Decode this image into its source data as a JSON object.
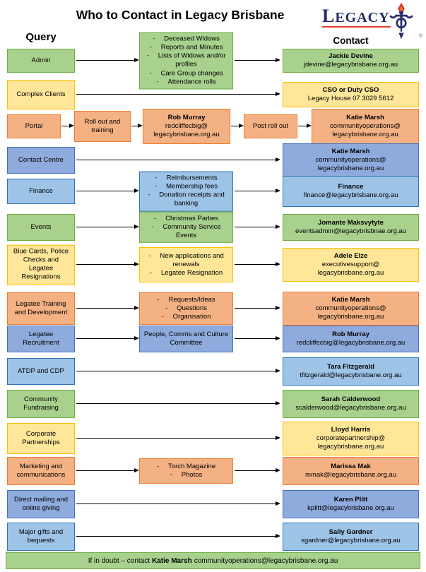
{
  "title": "Who to Contact in Legacy Brisbane",
  "headers": {
    "query": "Query",
    "contact": "Contact"
  },
  "logo": {
    "wordmark": "LEGACY",
    "registered": "®"
  },
  "bullet": "-",
  "colors": {
    "green_fill": "#a9d18e",
    "green_border": "#70ad47",
    "yellow_fill": "#ffe699",
    "yellow_border": "#ffc000",
    "orange_fill": "#f4b183",
    "orange_border": "#ed7d31",
    "periwinkle_fill": "#8faadc",
    "periwinkle_border": "#4472c4",
    "blue_fill": "#9dc3e6",
    "blue_border": "#2e75b6",
    "arrow": "#000000",
    "logo_navy": "#252e6b",
    "logo_red": "#e43d30"
  },
  "rows": [
    {
      "query": "Admin",
      "middle_items": [
        "Deceased Widows",
        "Reports and Minutes",
        "Lists of Widows and/or profiles",
        "Care Group changes",
        "Attendance rolls"
      ],
      "contact_name": "Jackie Devine",
      "contact_lines": [
        "jdevine@legacybrisbane.org.au"
      ]
    },
    {
      "query": "Complex Clients",
      "contact_name": "CSO or Duty CSO",
      "contact_lines": [
        "Legacy House 07 3029 5612"
      ]
    },
    {
      "query": "Portal",
      "step1": "Roll out and training",
      "middle_name": "Rob Murray",
      "middle_lines": [
        "redcliffecbig@",
        "legacybrisbane.org.au"
      ],
      "step2": "Post roll out",
      "contact_name": "Katie Marsh",
      "contact_lines": [
        "communityoperations@",
        "legacybrisbane.org.au"
      ]
    },
    {
      "query": "Contact Centre",
      "contact_name": "Katie Marsh",
      "contact_lines": [
        "communityoperations@",
        "legacybrisbane.org.au"
      ]
    },
    {
      "query": "Finance",
      "middle_items": [
        "Reimbursements",
        "Membership fees",
        "Donation receipts and banking"
      ],
      "contact_name": "Finance",
      "contact_lines": [
        "finance@legacybrisbane.org.au"
      ]
    },
    {
      "query": "Events",
      "middle_items": [
        "Christmas Parties",
        "Community Service Events"
      ],
      "contact_name": "Jomante Maksvytyte",
      "contact_lines": [
        "eventsadmin@legacybrisbnae.org.au"
      ]
    },
    {
      "query": "Blue Cards, Police Checks and Legatee Resignations",
      "middle_items": [
        "New applications and renewals",
        "Legatee Resignation"
      ],
      "contact_name": "Adele Elze",
      "contact_lines": [
        "executivesupport@",
        "legacybrisbane.org.au"
      ]
    },
    {
      "query": "Legatee Training and Development",
      "middle_items": [
        "Requests/Ideas",
        "Questions",
        "Organisation"
      ],
      "contact_name": "Katie Marsh",
      "contact_lines": [
        "communityoperations@",
        "legacybrisbane.org.au"
      ]
    },
    {
      "query": "Legatee Recruitment",
      "middle_text": "People, Comms and Culture Committee",
      "contact_name": "Rob Murray",
      "contact_lines": [
        "redcliffecbig@legacybrisbane.org.au"
      ]
    },
    {
      "query": "ATDP and CDP",
      "contact_name": "Tara Fitzgerald",
      "contact_lines": [
        "tfitzgerald@legacybrisbane.org.au"
      ]
    },
    {
      "query": "Community Fundraising",
      "contact_name": "Sarah Calderwood",
      "contact_lines": [
        "scalderwood@legacybrisbane.org.au"
      ]
    },
    {
      "query": "Corporate Partnerships",
      "contact_name": "Lloyd Harris",
      "contact_lines": [
        "corporatepartnership@",
        "legacybrisbane.org.au"
      ]
    },
    {
      "query": "Marketing and communications",
      "middle_items": [
        "Torch Magazine",
        "Photos"
      ],
      "contact_name": "Marissa Mak",
      "contact_lines": [
        "mmak@legacybrisbane.org.au"
      ]
    },
    {
      "query": "Direct mailing and online giving",
      "contact_name": "Karen Plitt",
      "contact_lines": [
        "kplitt@legacybrisbane.org.au"
      ]
    },
    {
      "query": "Major gifts and bequests",
      "contact_name": "Sally Gardner",
      "contact_lines": [
        "sgardner@legacybrisbane.org.au"
      ]
    }
  ],
  "footer": {
    "prefix": "If in doubt – contact",
    "name": "Katie Marsh",
    "suffix": "communityoperations@legacybrisbane.org.au"
  }
}
